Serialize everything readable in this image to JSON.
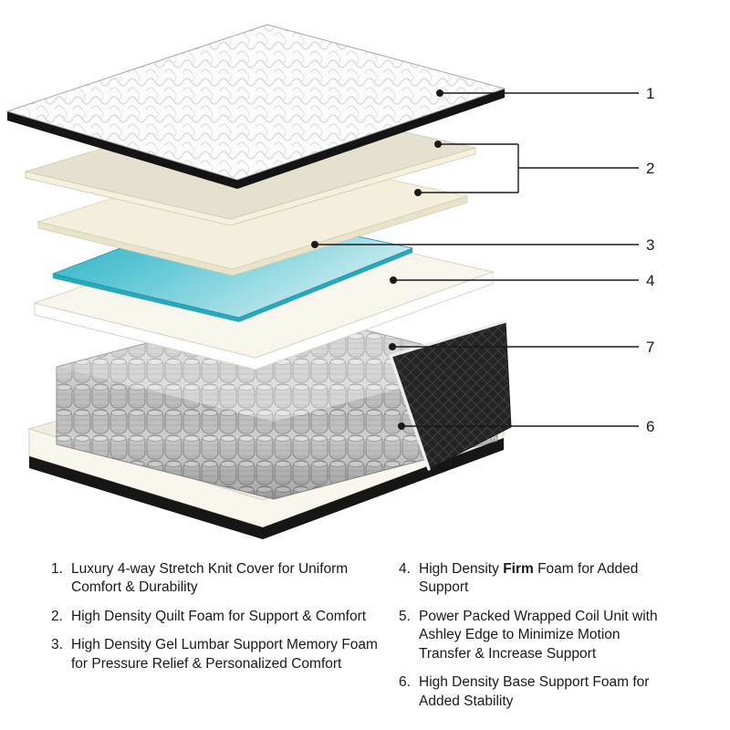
{
  "diagram": {
    "callouts": [
      {
        "number": "1"
      },
      {
        "number": "2"
      },
      {
        "number": "3"
      },
      {
        "number": "4"
      },
      {
        "number": "7"
      },
      {
        "number": "6"
      }
    ]
  },
  "colors": {
    "outline": "#1a1a1a",
    "cover_side": "#141414",
    "foam1_top": "#e6e0d0",
    "foam1_side": "#f6f1de",
    "foam2_top": "#f4efdc",
    "foam2_side": "#eae3cc",
    "gel_side": "#2aa7bb",
    "firm_top": "#f8f6ec",
    "firm_side": "#ffffff",
    "edge_fabric": "#242424",
    "base_top": "#efece0",
    "base_side": "#f8f6ed",
    "base_bottom": "#161616"
  },
  "legend": {
    "left": [
      {
        "number": "1.",
        "pre": "Luxury 4-way Stretch Knit Cover for Uniform Comfort & Durability",
        "bold": "",
        "post": ""
      },
      {
        "number": "2.",
        "pre": "High Density Quilt Foam for Support & Comfort",
        "bold": "",
        "post": ""
      },
      {
        "number": "3.",
        "pre": "High Density Gel Lumbar Support Memory Foam for Pressure Relief & Personalized Comfort",
        "bold": "",
        "post": ""
      }
    ],
    "right": [
      {
        "number": "4.",
        "pre": "High Density ",
        "bold": "Firm",
        "post": " Foam for Added Support"
      },
      {
        "number": "5.",
        "pre": "Power Packed Wrapped Coil Unit with Ashley Edge to Minimize Motion Transfer & Increase Support",
        "bold": "",
        "post": ""
      },
      {
        "number": "6.",
        "pre": "High Density Base Support Foam for Added Stability",
        "bold": "",
        "post": ""
      }
    ]
  }
}
